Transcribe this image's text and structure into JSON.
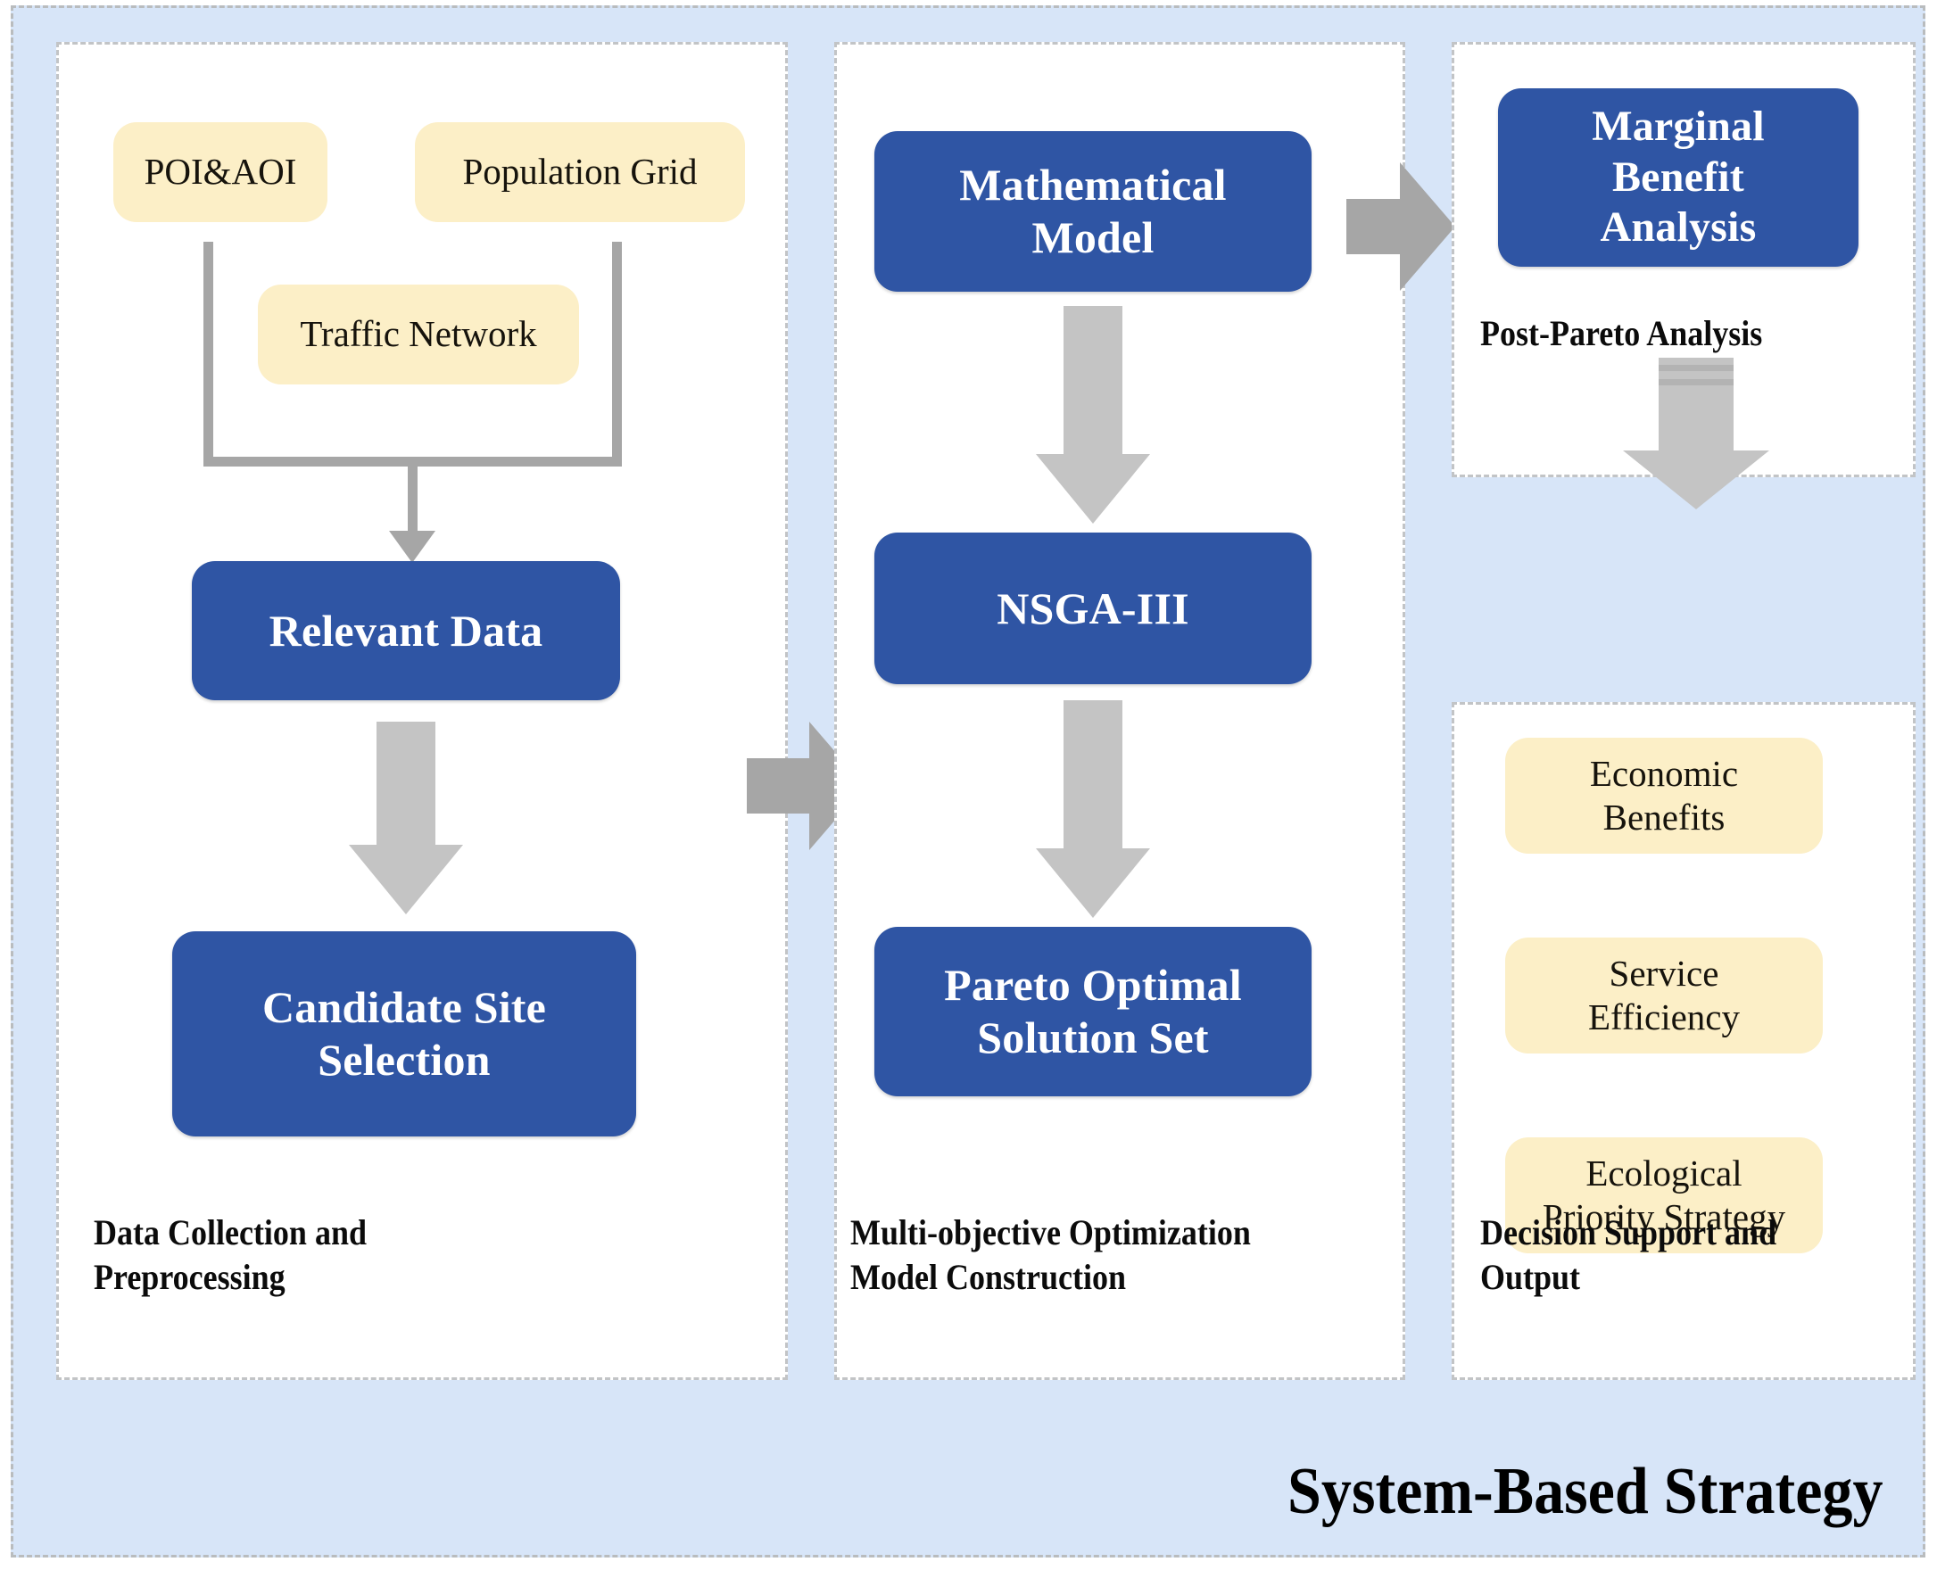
{
  "title": "System-Based Strategy",
  "colors": {
    "canvas_background": "#D7E5F8",
    "panel_background": "#FFFFFF",
    "panel_border": "#C2C4C6",
    "node_blue": "#2F55A4",
    "node_yellow": "#FCEFC7",
    "arrow_gray": "#C4C4C4",
    "connector_gray": "#A6A6A6",
    "text_dark": "#0B0B0B",
    "text_light": "#FFFFFF"
  },
  "panels": [
    {
      "id": "data",
      "caption": "Data Collection and\nPreprocessing",
      "nodes": [
        {
          "id": "poi-aoi",
          "label": "POI&AOI",
          "style": "yellow"
        },
        {
          "id": "population-grid",
          "label": "Population Grid",
          "style": "yellow"
        },
        {
          "id": "traffic-network",
          "label": "Traffic Network",
          "style": "yellow"
        },
        {
          "id": "relevant-data",
          "label": "Relevant Data",
          "style": "blue"
        },
        {
          "id": "candidate-site",
          "label": "Candidate Site\nSelection",
          "style": "blue"
        }
      ]
    },
    {
      "id": "model",
      "caption": "Multi-objective Optimization\nModel Construction",
      "nodes": [
        {
          "id": "mathematical-model",
          "label": "Mathematical\nModel",
          "style": "blue"
        },
        {
          "id": "nsga-iii",
          "label": "NSGA-III",
          "style": "blue"
        },
        {
          "id": "pareto-optimal",
          "label": "Pareto Optimal\nSolution Set",
          "style": "blue"
        }
      ]
    },
    {
      "id": "pareto",
      "caption": "Post-Pareto Analysis",
      "nodes": [
        {
          "id": "marginal-benefit",
          "label": "Marginal\nBenefit\nAnalysis",
          "style": "blue"
        }
      ]
    },
    {
      "id": "output",
      "caption": "Decision Support and\nOutput",
      "nodes": [
        {
          "id": "economic-benefits",
          "label": "Economic\nBenefits",
          "style": "yellow"
        },
        {
          "id": "service-efficiency",
          "label": "Service\nEfficiency",
          "style": "yellow"
        },
        {
          "id": "ecological-priority",
          "label": "Ecological\nPriority Strategy",
          "style": "yellow"
        }
      ]
    }
  ],
  "connectors": [
    {
      "id": "sources-to-relevant-data",
      "kind": "bracket-down-arrow"
    },
    {
      "id": "relevant-data-to-candidate",
      "kind": "block-arrow-down"
    },
    {
      "id": "data-panel-to-model-panel",
      "kind": "block-arrow-right"
    },
    {
      "id": "math-model-to-nsga",
      "kind": "block-arrow-down"
    },
    {
      "id": "nsga-to-pareto-set",
      "kind": "block-arrow-down"
    },
    {
      "id": "math-model-to-marginal",
      "kind": "block-arrow-right"
    },
    {
      "id": "pareto-panel-to-output-panel",
      "kind": "block-arrow-down"
    }
  ]
}
